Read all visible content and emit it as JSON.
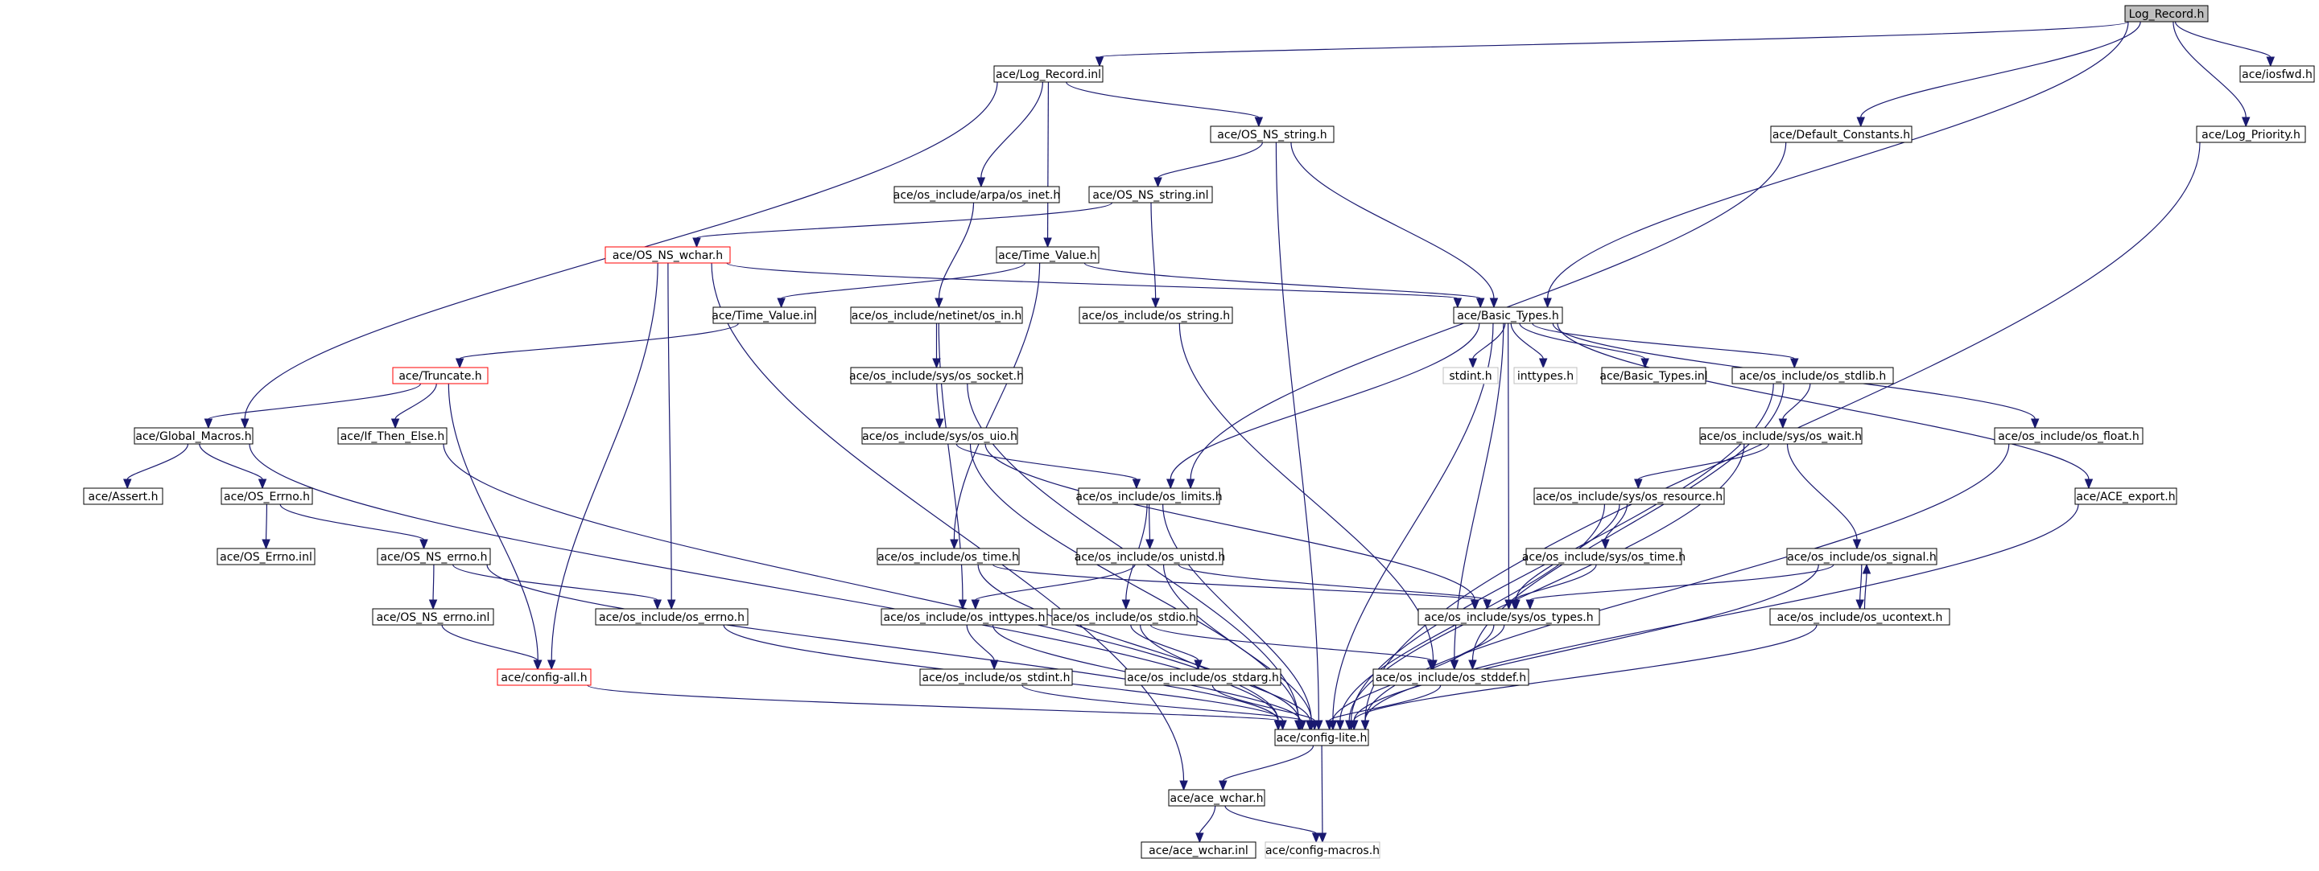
{
  "nodes": [
    {
      "id": "log_record_h",
      "label": "Log_Record.h",
      "kind": "root"
    },
    {
      "id": "log_record_inl",
      "label": "ace/Log_Record.inl"
    },
    {
      "id": "iosfwd_h",
      "label": "ace/iosfwd.h"
    },
    {
      "id": "default_constants_h",
      "label": "ace/Default_Constants.h"
    },
    {
      "id": "log_priority_h",
      "label": "ace/Log_Priority.h"
    },
    {
      "id": "os_ns_string_h",
      "label": "ace/OS_NS_string.h"
    },
    {
      "id": "arpa_inet_h",
      "label": "ace/os_include/arpa/os_inet.h"
    },
    {
      "id": "os_ns_string_inl",
      "label": "ace/OS_NS_string.inl"
    },
    {
      "id": "os_ns_wchar_h",
      "label": "ace/OS_NS_wchar.h",
      "kind": "trunc"
    },
    {
      "id": "time_value_h",
      "label": "ace/Time_Value.h"
    },
    {
      "id": "basic_types_h",
      "label": "ace/Basic_Types.h"
    },
    {
      "id": "time_value_inl",
      "label": "ace/Time_Value.inl"
    },
    {
      "id": "netinet_in_h",
      "label": "ace/os_include/netinet/os_in.h"
    },
    {
      "id": "os_string_h",
      "label": "ace/os_include/os_string.h"
    },
    {
      "id": "truncate_h",
      "label": "ace/Truncate.h",
      "kind": "trunc"
    },
    {
      "id": "sys_socket_h",
      "label": "ace/os_include/sys/os_socket.h"
    },
    {
      "id": "stdint_h",
      "label": "stdint.h",
      "kind": "missing"
    },
    {
      "id": "inttypes_h",
      "label": "inttypes.h",
      "kind": "missing"
    },
    {
      "id": "basic_types_inl",
      "label": "ace/Basic_Types.inl"
    },
    {
      "id": "os_stdlib_h",
      "label": "ace/os_include/os_stdlib.h"
    },
    {
      "id": "global_macros_h",
      "label": "ace/Global_Macros.h"
    },
    {
      "id": "if_then_else_h",
      "label": "ace/If_Then_Else.h"
    },
    {
      "id": "sys_uio_h",
      "label": "ace/os_include/sys/os_uio.h"
    },
    {
      "id": "sys_wait_h",
      "label": "ace/os_include/sys/os_wait.h"
    },
    {
      "id": "os_float_h",
      "label": "ace/os_include/os_float.h"
    },
    {
      "id": "assert_h",
      "label": "ace/Assert.h"
    },
    {
      "id": "os_errno_h_ace",
      "label": "ace/OS_Errno.h"
    },
    {
      "id": "os_limits_h",
      "label": "ace/os_include/os_limits.h"
    },
    {
      "id": "sys_resource_h",
      "label": "ace/os_include/sys/os_resource.h"
    },
    {
      "id": "ace_export_h",
      "label": "ace/ACE_export.h"
    },
    {
      "id": "os_errno_inl",
      "label": "ace/OS_Errno.inl"
    },
    {
      "id": "os_ns_errno_h",
      "label": "ace/OS_NS_errno.h"
    },
    {
      "id": "os_time_h",
      "label": "ace/os_include/os_time.h"
    },
    {
      "id": "os_unistd_h",
      "label": "ace/os_include/os_unistd.h"
    },
    {
      "id": "sys_time_h",
      "label": "ace/os_include/sys/os_time.h"
    },
    {
      "id": "os_signal_h",
      "label": "ace/os_include/os_signal.h"
    },
    {
      "id": "os_ns_errno_inl",
      "label": "ace/OS_NS_errno.inl"
    },
    {
      "id": "inc_os_errno_h",
      "label": "ace/os_include/os_errno.h"
    },
    {
      "id": "os_inttypes_h",
      "label": "ace/os_include/os_inttypes.h"
    },
    {
      "id": "os_stdio_h",
      "label": "ace/os_include/os_stdio.h"
    },
    {
      "id": "sys_types_h",
      "label": "ace/os_include/sys/os_types.h"
    },
    {
      "id": "os_ucontext_h",
      "label": "ace/os_include/os_ucontext.h"
    },
    {
      "id": "config_all_h",
      "label": "ace/config-all.h",
      "kind": "trunc"
    },
    {
      "id": "os_stdint_h",
      "label": "ace/os_include/os_stdint.h"
    },
    {
      "id": "os_stdarg_h",
      "label": "ace/os_include/os_stdarg.h"
    },
    {
      "id": "os_stddef_h",
      "label": "ace/os_include/os_stddef.h"
    },
    {
      "id": "config_lite_h",
      "label": "ace/config-lite.h"
    },
    {
      "id": "ace_wchar_h",
      "label": "ace/ace_wchar.h"
    },
    {
      "id": "ace_wchar_inl",
      "label": "ace/ace_wchar.inl"
    },
    {
      "id": "config_macros_h",
      "label": "ace/config-macros.h",
      "kind": "missing"
    }
  ],
  "edges": [
    [
      "log_record_h",
      "log_record_inl"
    ],
    [
      "log_record_h",
      "iosfwd_h"
    ],
    [
      "log_record_h",
      "default_constants_h"
    ],
    [
      "log_record_h",
      "log_priority_h"
    ],
    [
      "log_record_h",
      "basic_types_h"
    ],
    [
      "log_record_inl",
      "os_ns_string_h"
    ],
    [
      "log_record_inl",
      "arpa_inet_h"
    ],
    [
      "log_record_inl",
      "time_value_h"
    ],
    [
      "log_record_inl",
      "global_macros_h"
    ],
    [
      "os_ns_string_h",
      "os_ns_string_inl"
    ],
    [
      "os_ns_string_h",
      "basic_types_h"
    ],
    [
      "os_ns_string_h",
      "config_lite_h"
    ],
    [
      "default_constants_h",
      "os_limits_h"
    ],
    [
      "log_priority_h",
      "config_lite_h"
    ],
    [
      "arpa_inet_h",
      "netinet_in_h"
    ],
    [
      "os_ns_string_inl",
      "os_ns_wchar_h"
    ],
    [
      "os_ns_string_inl",
      "os_string_h"
    ],
    [
      "os_ns_wchar_h",
      "basic_types_h"
    ],
    [
      "os_ns_wchar_h",
      "inc_os_errno_h"
    ],
    [
      "os_ns_wchar_h",
      "config_all_h"
    ],
    [
      "os_ns_wchar_h",
      "ace_wchar_h"
    ],
    [
      "time_value_h",
      "time_value_inl"
    ],
    [
      "time_value_h",
      "basic_types_h"
    ],
    [
      "time_value_h",
      "os_time_h"
    ],
    [
      "time_value_inl",
      "truncate_h"
    ],
    [
      "truncate_h",
      "global_macros_h"
    ],
    [
      "truncate_h",
      "if_then_else_h"
    ],
    [
      "truncate_h",
      "config_all_h"
    ],
    [
      "netinet_in_h",
      "sys_socket_h"
    ],
    [
      "netinet_in_h",
      "os_inttypes_h"
    ],
    [
      "os_string_h",
      "os_stddef_h"
    ],
    [
      "sys_socket_h",
      "sys_uio_h"
    ],
    [
      "sys_socket_h",
      "config_lite_h"
    ],
    [
      "sys_uio_h",
      "os_limits_h"
    ],
    [
      "sys_uio_h",
      "sys_types_h"
    ],
    [
      "sys_uio_h",
      "config_lite_h"
    ],
    [
      "basic_types_h",
      "stdint_h"
    ],
    [
      "basic_types_h",
      "inttypes_h"
    ],
    [
      "basic_types_h",
      "basic_types_inl"
    ],
    [
      "basic_types_h",
      "os_stdlib_h"
    ],
    [
      "basic_types_h",
      "os_float_h"
    ],
    [
      "basic_types_h",
      "ace_export_h"
    ],
    [
      "basic_types_h",
      "os_limits_h"
    ],
    [
      "basic_types_h",
      "sys_types_h"
    ],
    [
      "basic_types_h",
      "os_stddef_h"
    ],
    [
      "basic_types_h",
      "config_lite_h"
    ],
    [
      "os_stdlib_h",
      "sys_wait_h"
    ],
    [
      "os_stdlib_h",
      "os_stddef_h"
    ],
    [
      "os_stdlib_h",
      "config_lite_h"
    ],
    [
      "sys_wait_h",
      "sys_resource_h"
    ],
    [
      "sys_wait_h",
      "os_signal_h"
    ],
    [
      "sys_wait_h",
      "config_lite_h"
    ],
    [
      "sys_resource_h",
      "sys_time_h"
    ],
    [
      "sys_resource_h",
      "sys_types_h"
    ],
    [
      "sys_resource_h",
      "config_lite_h"
    ],
    [
      "sys_time_h",
      "sys_types_h"
    ],
    [
      "os_signal_h",
      "os_ucontext_h"
    ],
    [
      "os_signal_h",
      "sys_types_h"
    ],
    [
      "os_signal_h",
      "config_lite_h"
    ],
    [
      "os_ucontext_h",
      "os_signal_h"
    ],
    [
      "os_ucontext_h",
      "config_lite_h"
    ],
    [
      "os_float_h",
      "config_lite_h"
    ],
    [
      "ace_export_h",
      "config_lite_h"
    ],
    [
      "global_macros_h",
      "assert_h"
    ],
    [
      "global_macros_h",
      "os_errno_h_ace"
    ],
    [
      "global_macros_h",
      "config_lite_h"
    ],
    [
      "if_then_else_h",
      "config_lite_h"
    ],
    [
      "os_errno_h_ace",
      "os_errno_inl"
    ],
    [
      "os_errno_h_ace",
      "os_ns_errno_h"
    ],
    [
      "os_ns_errno_h",
      "os_ns_errno_inl"
    ],
    [
      "os_ns_errno_h",
      "inc_os_errno_h"
    ],
    [
      "os_ns_errno_h",
      "config_lite_h"
    ],
    [
      "os_ns_errno_inl",
      "config_all_h"
    ],
    [
      "inc_os_errno_h",
      "config_lite_h"
    ],
    [
      "config_all_h",
      "config_lite_h"
    ],
    [
      "os_limits_h",
      "os_unistd_h"
    ],
    [
      "os_limits_h",
      "os_stdio_h"
    ],
    [
      "os_limits_h",
      "config_lite_h"
    ],
    [
      "os_unistd_h",
      "os_inttypes_h"
    ],
    [
      "os_unistd_h",
      "sys_types_h"
    ],
    [
      "os_unistd_h",
      "config_lite_h"
    ],
    [
      "os_time_h",
      "sys_types_h"
    ],
    [
      "os_time_h",
      "config_lite_h"
    ],
    [
      "os_inttypes_h",
      "os_stdint_h"
    ],
    [
      "os_inttypes_h",
      "config_lite_h"
    ],
    [
      "os_stdint_h",
      "config_lite_h"
    ],
    [
      "os_stdio_h",
      "os_stdarg_h"
    ],
    [
      "os_stdio_h",
      "os_stddef_h"
    ],
    [
      "os_stdio_h",
      "config_lite_h"
    ],
    [
      "os_stdarg_h",
      "config_lite_h"
    ],
    [
      "sys_types_h",
      "os_stddef_h"
    ],
    [
      "sys_types_h",
      "config_lite_h"
    ],
    [
      "os_stddef_h",
      "config_lite_h"
    ],
    [
      "config_lite_h",
      "ace_wchar_h"
    ],
    [
      "config_lite_h",
      "config_macros_h"
    ],
    [
      "ace_wchar_h",
      "ace_wchar_inl"
    ],
    [
      "ace_wchar_h",
      "config_macros_h"
    ]
  ]
}
